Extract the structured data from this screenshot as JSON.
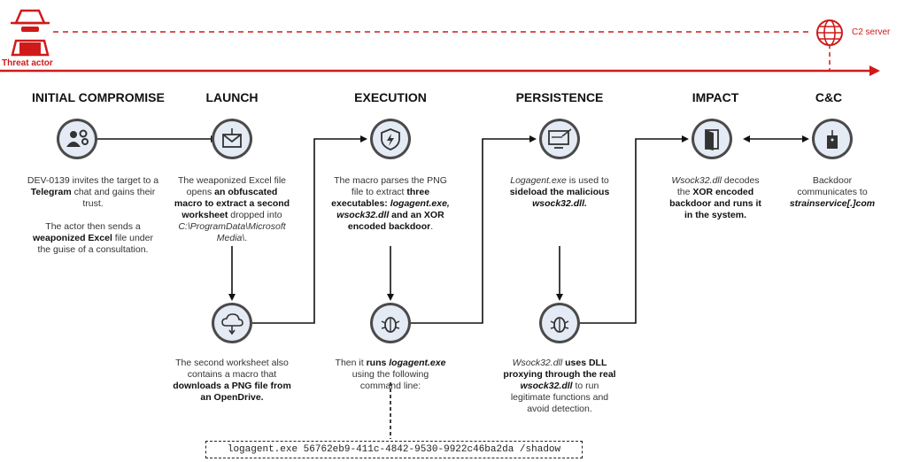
{
  "actor": {
    "label": "Threat actor"
  },
  "c2": {
    "label": "C2 server"
  },
  "stages": [
    {
      "title": "INITIAL COMPROMISE"
    },
    {
      "title": "LAUNCH"
    },
    {
      "title": "EXECUTION"
    },
    {
      "title": "PERSISTENCE"
    },
    {
      "title": "IMPACT"
    },
    {
      "title": "C&C"
    }
  ],
  "text": {
    "init_p1a": "DEV-0139 invites the target to a ",
    "init_p1b": "Telegram",
    "init_p1c": " chat and gains their trust.",
    "init_p2a": "The actor then sends a ",
    "init_p2b": "weaponized Excel",
    "init_p2c": " file under the guise of a consultation.",
    "launch1_a": "The weaponized Excel file opens ",
    "launch1_b": "an obfuscated macro to extract a second worksheet",
    "launch1_c": " dropped into ",
    "launch1_d": "C:\\ProgramData\\Microsoft Media\\",
    "launch1_e": ".",
    "launch2_a": "The second worksheet also contains a macro that ",
    "launch2_b": "downloads a PNG file from an OpenDrive.",
    "exec1_a": "The macro parses the PNG file to extract ",
    "exec1_b": "three executables: ",
    "exec1_c": "logagent.exe, wsock32.dll",
    "exec1_d": " and an XOR encoded backdoor",
    "exec1_e": ".",
    "exec2_a": "Then it ",
    "exec2_b": "runs ",
    "exec2_c": "logagent.exe",
    "exec2_d": " using the following command line:",
    "pers1_a": "Logagent.exe",
    "pers1_b": " is used to ",
    "pers1_c": "sideload the malicious ",
    "pers1_d": "wsock32.dll.",
    "pers2_a": "Wsock32.dll",
    "pers2_b": " uses DLL proxying through the real ",
    "pers2_c": "wsock32.dll",
    "pers2_d": " to run legitimate functions and avoid detection.",
    "impact_a": "Wsock32.dll",
    "impact_b": " decodes the ",
    "impact_c": "XOR encoded backdoor and runs it in the system.",
    "cc_a": "Backdoor communicates to ",
    "cc_b": "strainservice[.]com"
  },
  "command_line": "logagent.exe 56762eb9-411c-4842-9530-9922c46ba2da /shadow",
  "colors": {
    "accent_red": "#d01a1a",
    "node_fill": "#e4ebf5",
    "node_ring": "#4a4a4a",
    "line": "#111111"
  }
}
